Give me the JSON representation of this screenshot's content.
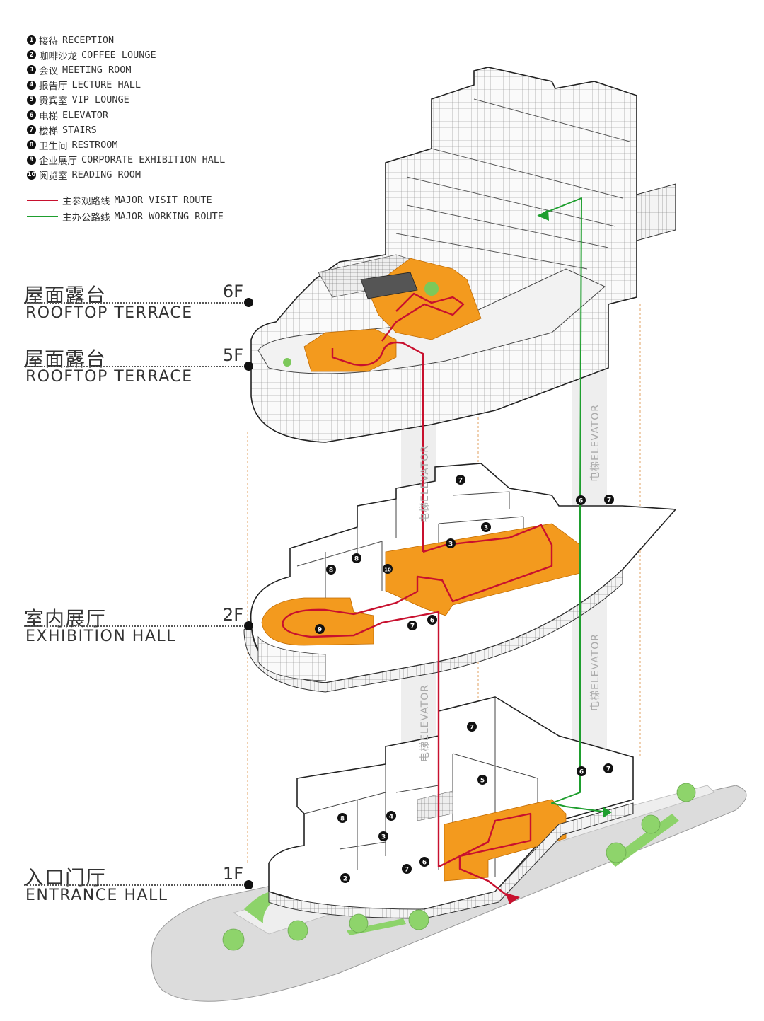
{
  "legend": {
    "items": [
      {
        "num": "1",
        "zh": "接待",
        "en": "RECEPTION"
      },
      {
        "num": "2",
        "zh": "咖啡沙龙",
        "en": "COFFEE LOUNGE"
      },
      {
        "num": "3",
        "zh": "会议",
        "en": "MEETING ROOM"
      },
      {
        "num": "4",
        "zh": "报告厅",
        "en": "LECTURE HALL"
      },
      {
        "num": "5",
        "zh": "贵宾室",
        "en": "VIP LOUNGE"
      },
      {
        "num": "6",
        "zh": "电梯",
        "en": "ELEVATOR"
      },
      {
        "num": "7",
        "zh": "楼梯",
        "en": "STAIRS"
      },
      {
        "num": "8",
        "zh": "卫生间",
        "en": "RESTROOM"
      },
      {
        "num": "9",
        "zh": "企业展厅",
        "en": "CORPORATE EXHIBITION HALL"
      },
      {
        "num": "10",
        "zh": "阅览室",
        "en": "READING ROOM"
      }
    ],
    "routes": [
      {
        "zh": "主参观路线",
        "en": "MAJOR VISIT ROUTE",
        "color": "#c8102e"
      },
      {
        "zh": "主办公路线",
        "en": "MAJOR WORKING ROUTE",
        "color": "#1e9e2e"
      }
    ]
  },
  "floors": {
    "f6": {
      "zh": "屋面露台",
      "en": "ROOFTOP TERRACE",
      "num": "6F"
    },
    "f5": {
      "zh": "屋面露台",
      "en": "ROOFTOP TERRACE",
      "num": "5F"
    },
    "f2": {
      "zh": "室内展厅",
      "en": "EXHIBITION HALL",
      "num": "2F"
    },
    "f1": {
      "zh": "入口门厅",
      "en": "ENTRANCE HALL",
      "num": "1F"
    }
  },
  "elevator_labels": {
    "left_top": "电梯ELEVATOR",
    "left_bottom": "电梯ELEVATOR",
    "right_top": "电梯ELEVATOR",
    "right_bottom": "电梯ELEVATOR"
  },
  "room_markers": {
    "f2_10": "10",
    "f2_8a": "8",
    "f2_8b": "8",
    "f2_3a": "3",
    "f2_3b": "3",
    "f2_7a": "7",
    "f2_7b": "7",
    "f2_7c": "7",
    "f2_6a": "6",
    "f2_6b": "6",
    "f2_9": "9",
    "f1_7a": "7",
    "f1_7b": "7",
    "f1_5": "5",
    "f1_8": "8",
    "f1_4": "4",
    "f1_3": "3",
    "f1_2": "2",
    "f1_7c": "7",
    "f1_6a": "6",
    "f1_6b": "6"
  },
  "colors": {
    "visit_route": "#c8102e",
    "working_route": "#1e9e2e",
    "highlight_area": "#f39a1e",
    "ground": "#d9d9d9",
    "building_line": "#333333"
  }
}
